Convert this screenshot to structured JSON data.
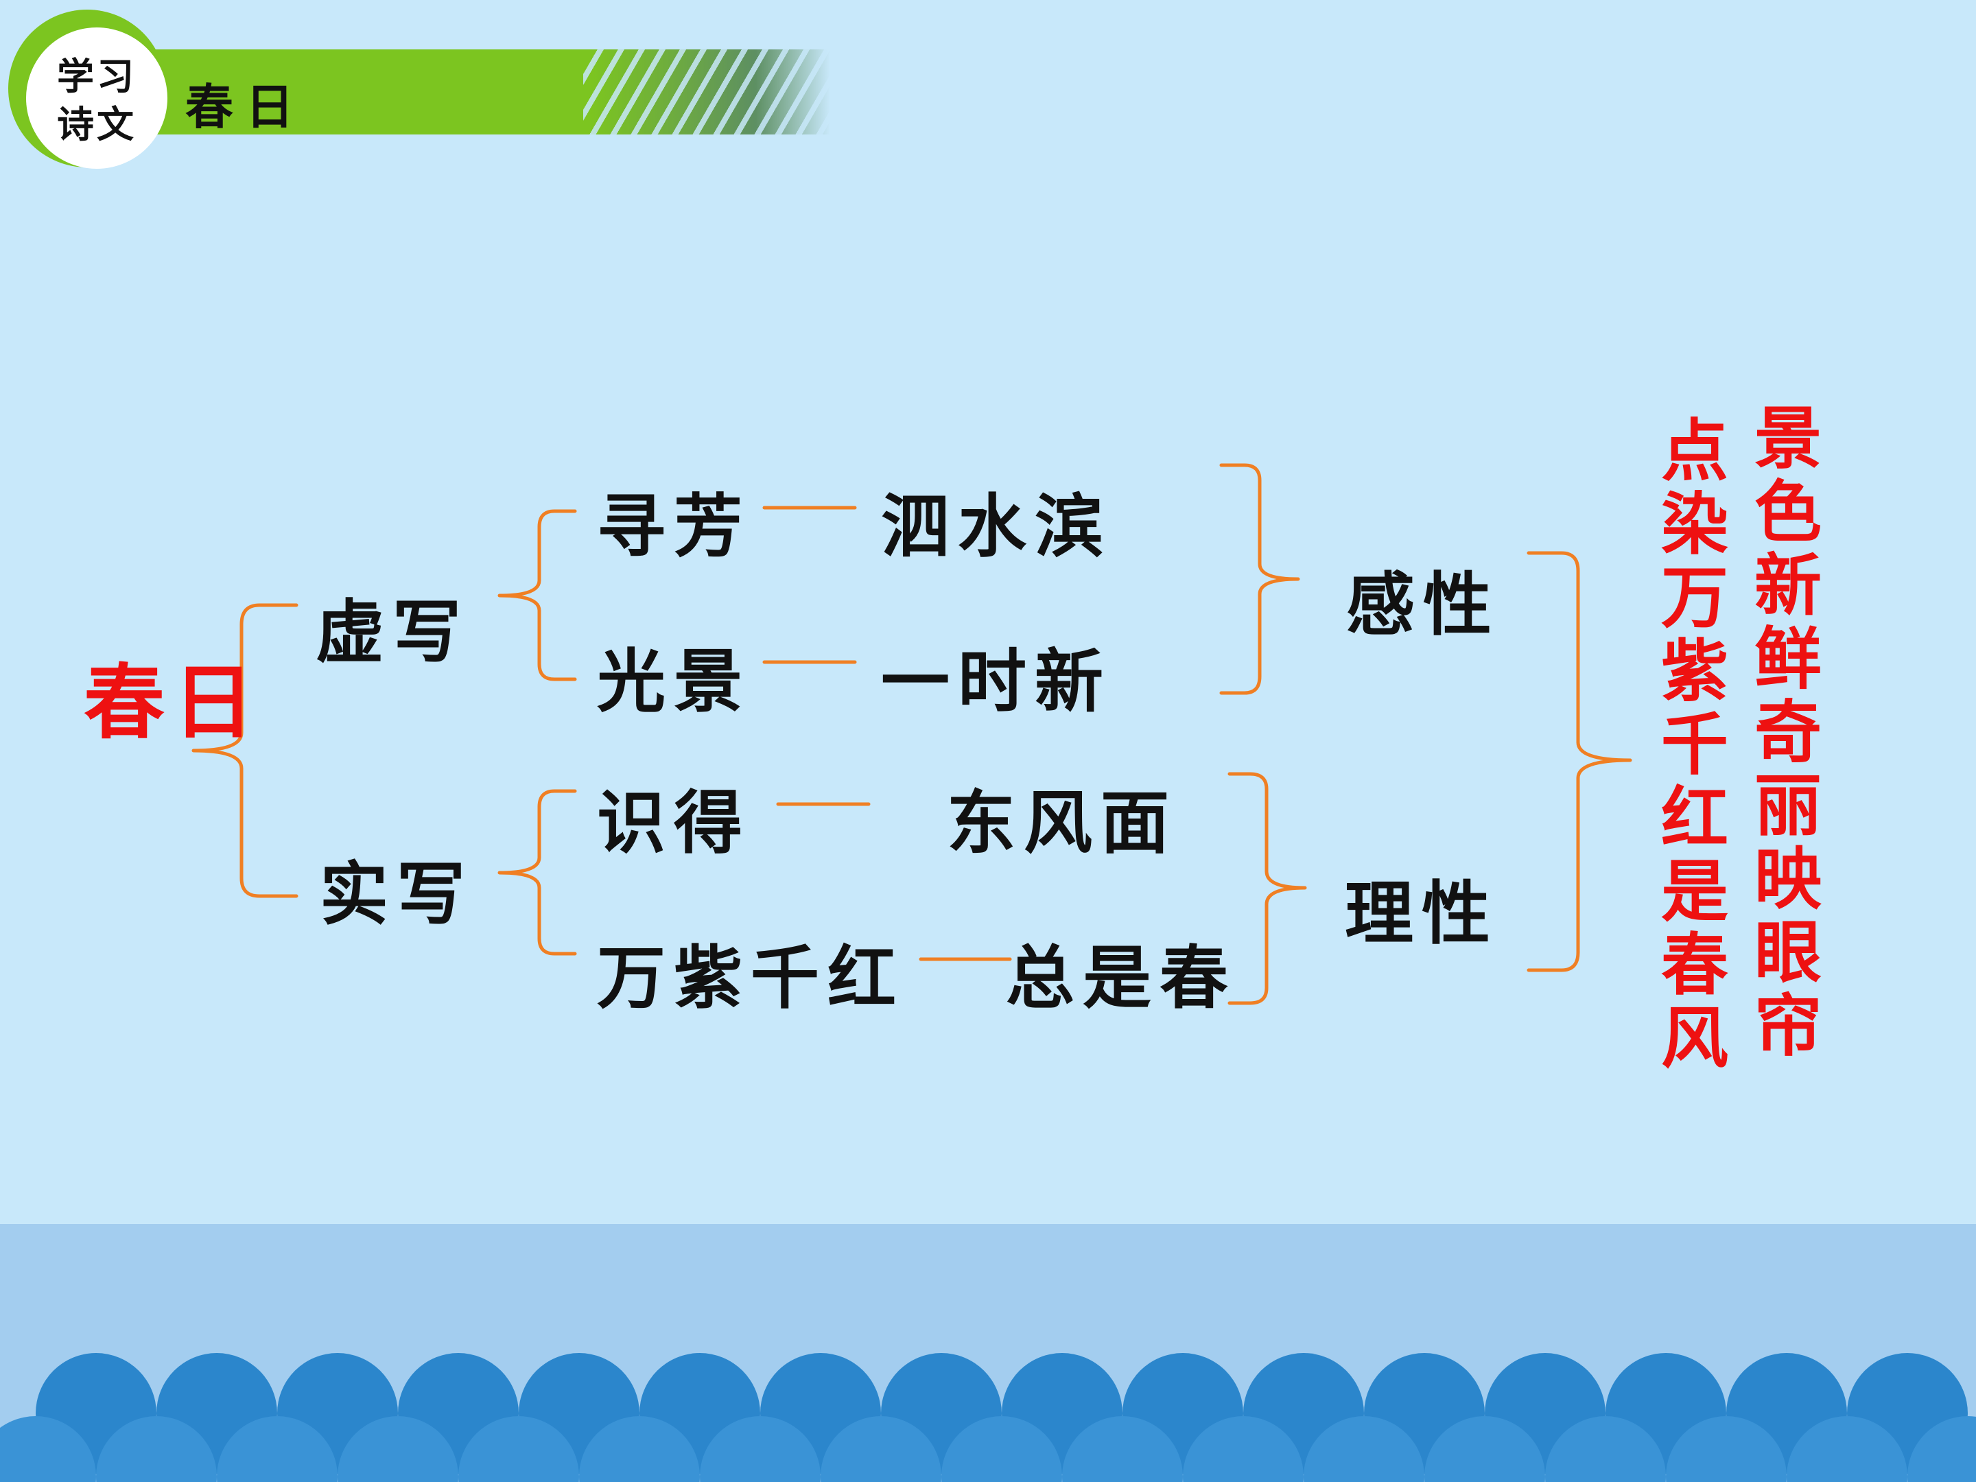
{
  "header": {
    "badge_line1": "学习",
    "badge_line2": "诗文",
    "title": "春日"
  },
  "diagram": {
    "root": "春日",
    "branch_virtual": "虚写",
    "branch_real": "实写",
    "leaf_seek": "寻芳",
    "leaf_seek_place": "泗水滨",
    "leaf_scene": "光景",
    "leaf_scene_new": "一时新",
    "leaf_know": "识得",
    "leaf_know_face": "东风面",
    "leaf_colors": "万紫千红",
    "leaf_colors_spring": "总是春",
    "group_emotional": "感性",
    "group_rational": "理性",
    "summary_col1": "点染万紫千红是春风",
    "summary_col2": "景色新鲜奇丽映眼帘"
  },
  "colors": {
    "background": "#c8e8fa",
    "accent_green": "#7cc520",
    "bracket_orange": "#f07f23",
    "emphasis_red": "#ee1111",
    "sea_light": "#a3cdef",
    "wave_blue": "#2b86cc"
  }
}
